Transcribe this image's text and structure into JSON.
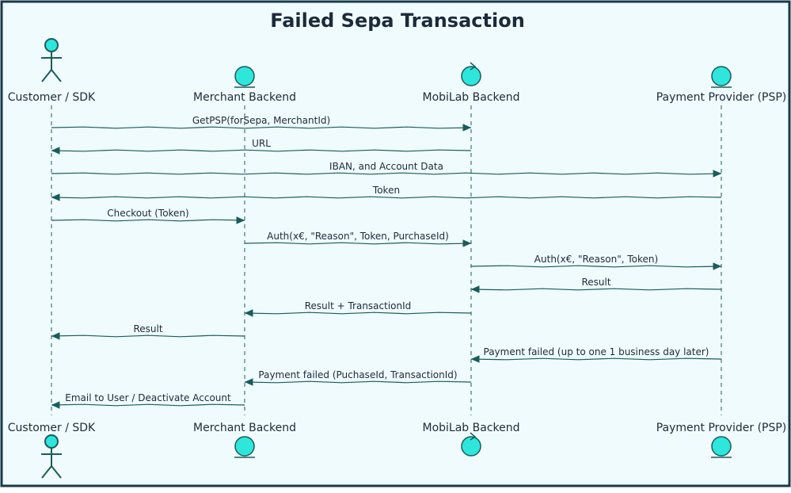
{
  "title": "Failed Sepa Transaction",
  "colors": {
    "background": "#f0fbfd",
    "border": "#183a4b",
    "arrow": "#1a5c5c",
    "participant_fill": "#2fe6dc",
    "participant_stroke": "#1a5c5c",
    "lifeline": "#1a5c5c",
    "text": "#1b2b3a"
  },
  "participants": [
    {
      "name": "Customer / SDK",
      "kind": "actor",
      "icon": "actor-icon"
    },
    {
      "name": "Merchant Backend",
      "kind": "entity",
      "icon": "entity-icon"
    },
    {
      "name": "MobiLab Backend",
      "kind": "control",
      "icon": "control-icon"
    },
    {
      "name": "Payment Provider (PSP)",
      "kind": "entity",
      "icon": "entity-icon"
    }
  ],
  "messages": [
    {
      "from": 0,
      "to": 2,
      "label": "GetPSP(forSepa, MerchantId)"
    },
    {
      "from": 2,
      "to": 0,
      "label": "URL"
    },
    {
      "from": 0,
      "to": 3,
      "label": "IBAN, and Account Data"
    },
    {
      "from": 3,
      "to": 0,
      "label": "Token"
    },
    {
      "from": 0,
      "to": 1,
      "label": "Checkout (Token)"
    },
    {
      "from": 1,
      "to": 2,
      "label": "Auth(x€, \"Reason\", Token, PurchaseId)"
    },
    {
      "from": 2,
      "to": 3,
      "label": "Auth(x€, \"Reason\", Token)"
    },
    {
      "from": 3,
      "to": 2,
      "label": "Result"
    },
    {
      "from": 2,
      "to": 1,
      "label": "Result + TransactionId"
    },
    {
      "from": 1,
      "to": 0,
      "label": "Result"
    },
    {
      "from": 3,
      "to": 2,
      "label": "Payment failed (up to one 1 business day later)"
    },
    {
      "from": 2,
      "to": 1,
      "label": "Payment failed (PuchaseId, TransactionId)"
    },
    {
      "from": 1,
      "to": 0,
      "label": "Email to User / Deactivate Account"
    }
  ]
}
